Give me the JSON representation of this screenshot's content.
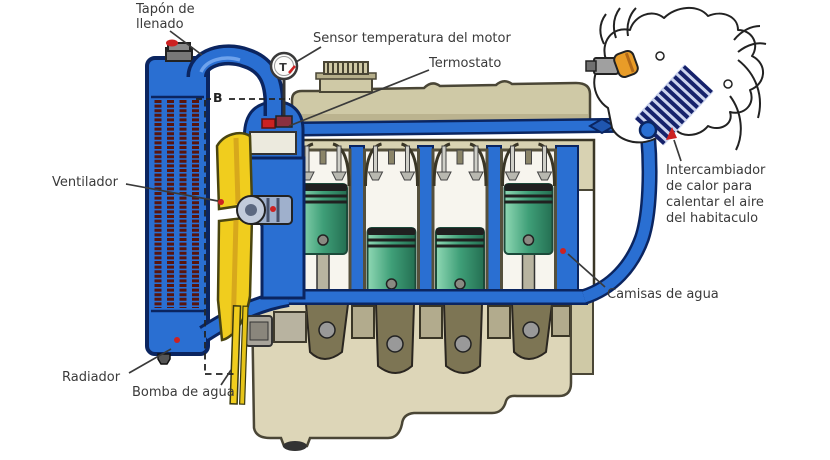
{
  "diagram": {
    "subject": "engine-cooling-system-cutaway",
    "labels": {
      "tapon": {
        "lines": [
          "Tapón de",
          "llenado"
        ]
      },
      "sensor": {
        "text": "Sensor temperatura del motor"
      },
      "termostato": {
        "text": "Termostato"
      },
      "ventilador": {
        "text": "Ventilador"
      },
      "intercambiador": {
        "lines": [
          "Intercambiador",
          "de calor para",
          "calentar el aire",
          "del habitaculo"
        ]
      },
      "camisas": {
        "text": "Camisas de agua"
      },
      "radiador": {
        "text": "Radiador"
      },
      "bomba": {
        "text": "Bomba de agua"
      },
      "section_marker": "B",
      "gauge_letter": "T"
    },
    "colors": {
      "coolant_blue": "#2a6fd2",
      "outline_navy": "#0b2560",
      "radiator_fin_maroon": "#5a150c",
      "fan_yellow": "#f0cd1e",
      "engine_beige": "#cfc9a6",
      "piston_green": "#35916d",
      "heater_core_navy": "#16226b",
      "knob_orange": "#e89c28",
      "accent_red": "#cc2222",
      "label_text": "#3a3a3a",
      "background": "#ffffff"
    }
  }
}
